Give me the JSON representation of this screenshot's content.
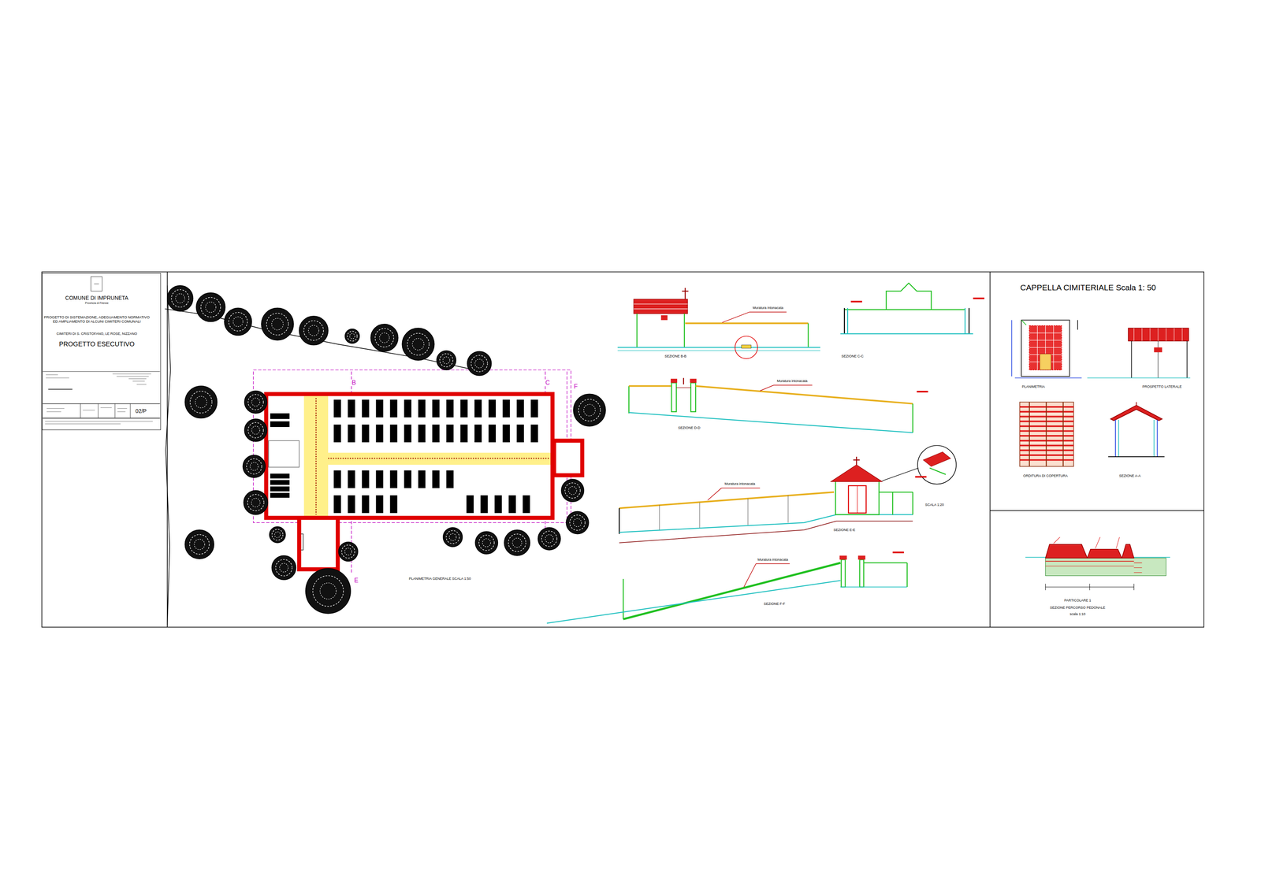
{
  "diagram": {
    "nodes": [
      {
        "text": [
          "COMUNE DI IMPRUNETA",
          "Provincia di Firenze",
          "PROGETTO DI SISTEMAZIONE, ADEGUAMENTO NORMATIVO ED AMPLIAMENTO DI ALCUNI CIMITERI COMUNALI",
          "CIMITERI DI S. CRISTOFANO, LE ROSE, NIZZANO",
          "PROGETTO ESECUTIVO",
          "02/P"
        ]
      }
    ],
    "labels": [
      "PLANIMETRIA GENERALE SCALA 1:50",
      "B",
      "C",
      "F",
      "E",
      "SEZIONE B-B",
      "Muratura intonacata",
      "SEZIONE C-C",
      "Muratura intonacata",
      "SEZIONE D-D",
      "Muratura intonacata",
      "SCALA 1:20",
      "SEZIONE E-E",
      "Muratura intonacata",
      "SEZIONE F-F",
      "CAPPELLA CIMITERIALE Scala 1: 50",
      "PLANIMETRIA",
      "PROSPETTO LATERALE",
      "ORDITURA DI COPERTURA",
      "SEZIONE A-A",
      "PARTICOLARE 1",
      "SEZIONE PERCORSO PEDONALE",
      "scala 1:10"
    ]
  }
}
